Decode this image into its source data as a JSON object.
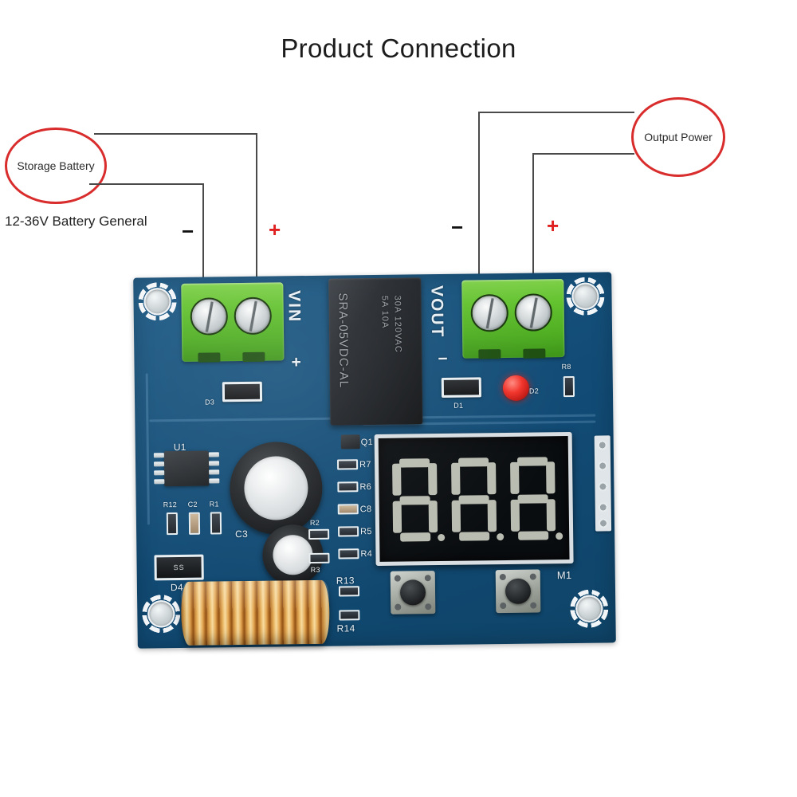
{
  "page": {
    "title": "Product Connection",
    "background": "#ffffff"
  },
  "colors": {
    "callout_ring": "#d92c2c",
    "plus_mark": "#e02020",
    "minus_mark": "#111111",
    "pcb_blue": "#16527d",
    "terminal_green": "#4fae22",
    "led_red": "#f2332a",
    "display_body": "#0a0d10",
    "segment_off": "#b9bcb0",
    "inductor_copper": "#e0a850"
  },
  "annotations": {
    "storage_battery": "Storage Battery",
    "output_power": "Output Power",
    "battery_range": "12-36V Battery General",
    "input_minus": "−",
    "input_plus": "+",
    "output_minus": "−",
    "output_plus": "+"
  },
  "board": {
    "silkscreen": {
      "vin": "VIN",
      "vin_plus": "+",
      "vout": "VOUT",
      "vout_minus": "−",
      "m1": "M1"
    },
    "relay": {
      "part_number": "SRA-05VDC-AL",
      "rating_line_1": "5A 10A",
      "rating_line_2": "30A 120VAC"
    },
    "components": [
      {
        "ref": "D3"
      },
      {
        "ref": "D1"
      },
      {
        "ref": "D2"
      },
      {
        "ref": "D4"
      },
      {
        "ref": "R8"
      },
      {
        "ref": "U1"
      },
      {
        "ref": "Q1"
      },
      {
        "ref": "R12"
      },
      {
        "ref": "C2"
      },
      {
        "ref": "R1"
      },
      {
        "ref": "C3"
      },
      {
        "ref": "R2"
      },
      {
        "ref": "R3"
      },
      {
        "ref": "R7"
      },
      {
        "ref": "R6"
      },
      {
        "ref": "C8"
      },
      {
        "ref": "R5"
      },
      {
        "ref": "R4"
      },
      {
        "ref": "R13"
      },
      {
        "ref": "R14"
      }
    ],
    "refs": {
      "d3": "D3",
      "d1": "D1",
      "d2": "D2",
      "d4": "D4",
      "r8": "R8",
      "u1": "U1",
      "q1": "Q1",
      "r12": "R12",
      "c2": "C2",
      "r1": "R1",
      "c3": "C3",
      "r2": "R2",
      "r3": "R3",
      "r7": "R7",
      "r6": "R6",
      "c8": "C8",
      "r5": "R5",
      "r4": "R4",
      "r13": "R13",
      "r14": "R14"
    },
    "display": {
      "digits": 3,
      "state": "all-segments-off",
      "value": "8.8.8."
    },
    "buttons": [
      {
        "name": "left-tactile-button"
      },
      {
        "name": "right-tactile-button"
      }
    ],
    "terminals": [
      {
        "name": "input-terminal-block",
        "screws": 2
      },
      {
        "name": "output-terminal-block",
        "screws": 2
      }
    ],
    "mounting_holes": 4
  }
}
